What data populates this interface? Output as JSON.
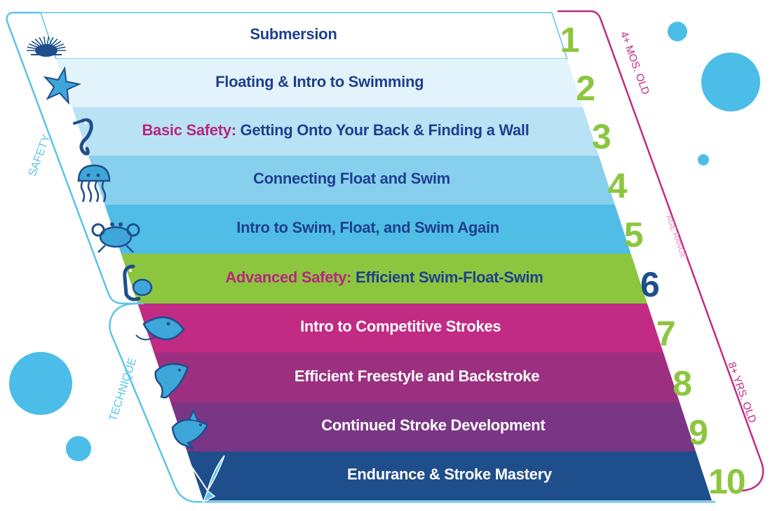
{
  "levels": [
    {
      "number": "1",
      "highlight": "",
      "text": "Submersion",
      "fill": "#ffffff",
      "text_color": "#1f3f8f",
      "number_color": "#8cc63f"
    },
    {
      "number": "2",
      "highlight": "",
      "text": "Floating & Intro to Swimming",
      "fill": "#e3f3fb",
      "text_color": "#1f3f8f",
      "number_color": "#8cc63f"
    },
    {
      "number": "3",
      "highlight": "Basic Safety: ",
      "text": "Getting Onto Your Back & Finding a Wall",
      "fill": "#b9e3f5",
      "text_color": "#1f3f8f",
      "number_color": "#8cc63f"
    },
    {
      "number": "4",
      "highlight": "",
      "text": "Connecting Float and Swim",
      "fill": "#86d0ee",
      "text_color": "#1f3f8f",
      "number_color": "#8cc63f"
    },
    {
      "number": "5",
      "highlight": "",
      "text": "Intro to Swim, Float, and Swim Again",
      "fill": "#4fbde6",
      "text_color": "#1f3f8f",
      "number_color": "#8cc63f"
    },
    {
      "number": "6",
      "highlight": "Advanced Safety:  ",
      "text": "Efficient Swim-Float-Swim",
      "fill": "#8cc63f",
      "text_color": "#1f3f8f",
      "number_color": "#1f4e8c"
    },
    {
      "number": "7",
      "highlight": "",
      "text": "Intro to Competitive Strokes",
      "fill": "#c12b84",
      "text_color": "#ffffff",
      "number_color": "#8cc63f"
    },
    {
      "number": "8",
      "highlight": "",
      "text": "Efficient Freestyle and Backstroke",
      "fill": "#9c2f80",
      "text_color": "#ffffff",
      "number_color": "#8cc63f"
    },
    {
      "number": "9",
      "highlight": "",
      "text": "Continued Stroke Development",
      "fill": "#7a3585",
      "text_color": "#ffffff",
      "number_color": "#8cc63f"
    },
    {
      "number": "10",
      "highlight": "",
      "text": "Endurance & Stroke Mastery",
      "fill": "#1f4e8c",
      "text_color": "#ffffff",
      "number_color": "#8cc63f"
    }
  ],
  "side_labels": {
    "safety": "SAFETY",
    "technique": "TECHNIQUE"
  },
  "age_range": {
    "top": "4+ MOS. OLD",
    "middle": "AGE RANGE",
    "bottom": "8+ YRS. OLD"
  },
  "animals": [
    "urchin",
    "starfish",
    "seahorse",
    "jellyfish",
    "crab",
    "turtle",
    "stingray",
    "dolphin",
    "shark",
    "swordfish"
  ],
  "colors": {
    "safety_bracket": "#5bc4ea",
    "age_bracket": "#c12b84",
    "age_middle": "#e48bbf",
    "dark_navy": "#1f3f8f",
    "accent_green": "#8cc63f",
    "bubble": "#4bbde8"
  }
}
